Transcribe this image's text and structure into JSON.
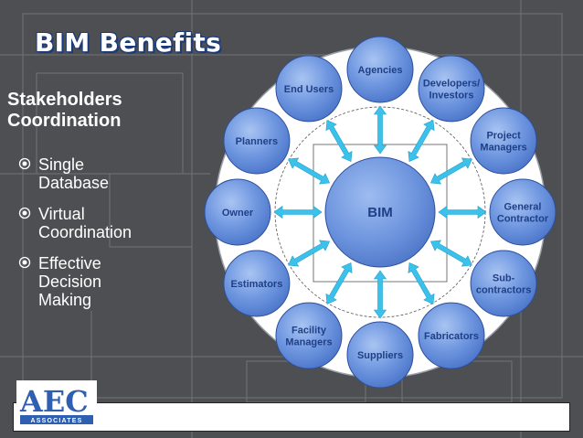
{
  "slide": {
    "title": "BIM Benefits",
    "subtitle": "Stakeholders Coordination",
    "bullets": [
      "Single Database",
      "Virtual Coordination",
      "Effective Decision Making"
    ]
  },
  "diagram": {
    "center": "BIM",
    "nodes": [
      [
        "Agencies"
      ],
      [
        "Developers/",
        "Investors"
      ],
      [
        "Project",
        "Managers"
      ],
      [
        "General",
        "Contractor"
      ],
      [
        "Sub-",
        "contractors"
      ],
      [
        "Fabricators"
      ],
      [
        "Suppliers"
      ],
      [
        "Facility",
        "Managers"
      ],
      [
        "Estimators"
      ],
      [
        "Owner"
      ],
      [
        "Planners"
      ],
      [
        "End Users"
      ]
    ]
  },
  "logo": {
    "text": "AEC",
    "subtext": "ASSOCIATES"
  },
  "colors": {
    "background": "#4d4f52",
    "outer_circle": "#ffffff",
    "node_fill": "#5b86d6",
    "arrow": "#3cc2ea",
    "label": "#1f3f86",
    "logo_blue": "#2e5fb0"
  }
}
